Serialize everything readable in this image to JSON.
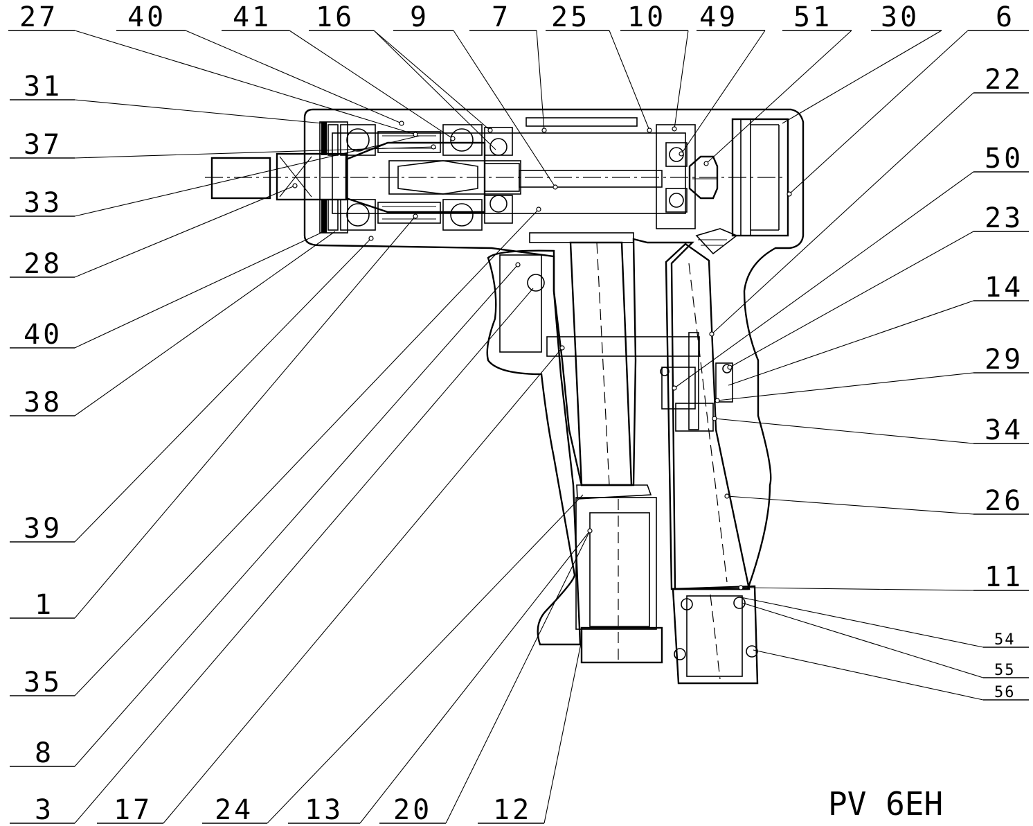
{
  "drawing": {
    "model_label": "PV 6EH",
    "callouts": {
      "top": [
        "27",
        "40",
        "41",
        "16",
        "9",
        "7",
        "25",
        "10",
        "49",
        "51",
        "30",
        "6"
      ],
      "left": [
        "31",
        "37",
        "33",
        "28",
        "40",
        "38",
        "39",
        "1",
        "35",
        "8",
        "3"
      ],
      "right": [
        "22",
        "50",
        "23",
        "14",
        "29",
        "34",
        "26",
        "11"
      ],
      "right_small": [
        "54",
        "55",
        "56"
      ],
      "bottom": [
        "17",
        "24",
        "13",
        "20",
        "12"
      ]
    }
  }
}
